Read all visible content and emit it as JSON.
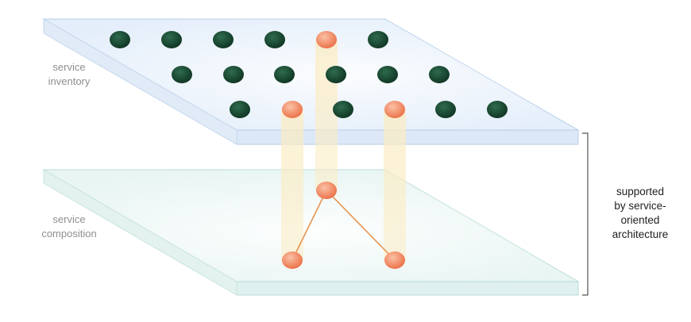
{
  "layers": {
    "inventory": {
      "label_line1": "service",
      "label_line2": "inventory"
    },
    "composition": {
      "label_line1": "service",
      "label_line2": "composition"
    }
  },
  "side_note": {
    "line1": "supported",
    "line2": "by service-",
    "line3": "oriented",
    "line4": "architecture"
  },
  "colors": {
    "inventory_plane": "#e6f0fb",
    "composition_plane": "#e9f6f4",
    "service_node": "#14412d",
    "selected_node": "#f08563",
    "beam": "#fbf1d6",
    "connector": "#e8934f"
  }
}
